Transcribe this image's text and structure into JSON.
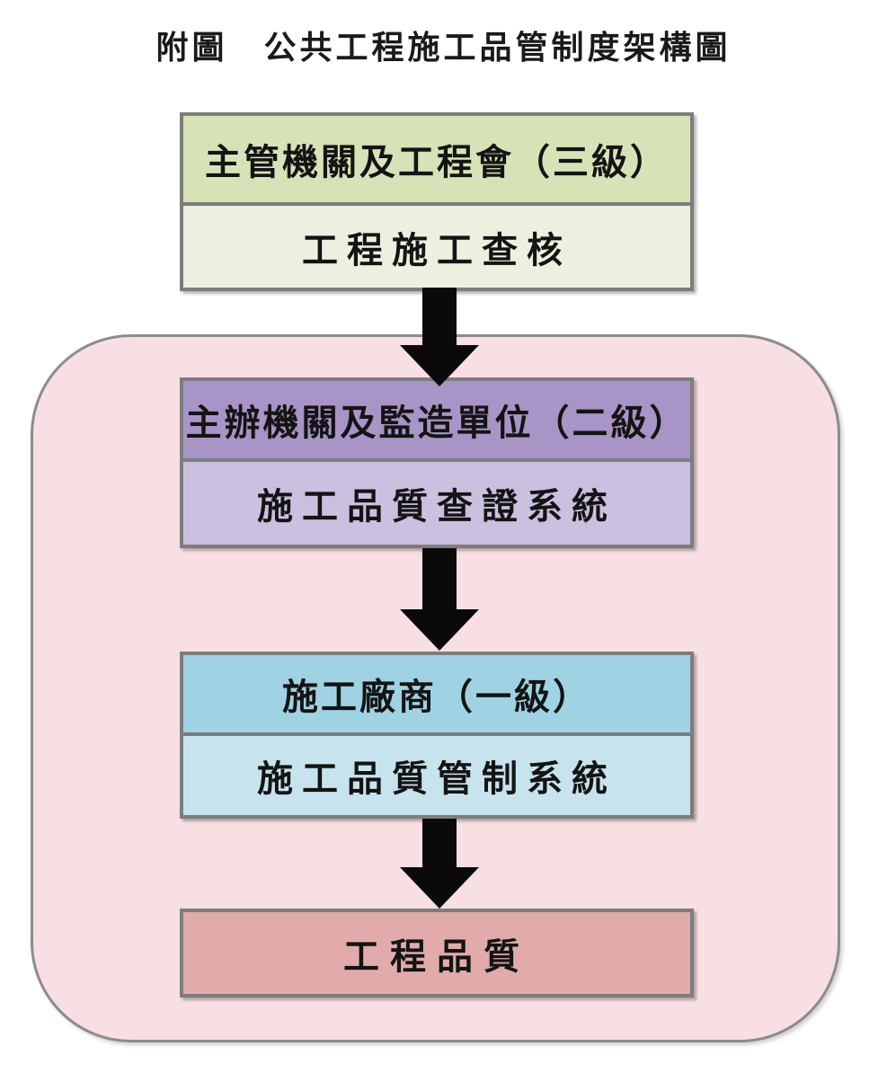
{
  "title": "附圖　公共工程施工品管制度架構圖",
  "levels": [
    {
      "name": "level-3",
      "header": "主管機關及工程會（三級）",
      "body": "工程施工查核",
      "header_bg": "#d6e3b7",
      "body_bg": "#edf0de"
    },
    {
      "name": "level-2",
      "header": "主辦機關及監造單位（二級）",
      "body": "施工品質查證系統",
      "header_bg": "#a894c6",
      "body_bg": "#cbc0df"
    },
    {
      "name": "level-1",
      "header": "施工廠商（一級）",
      "body": "施工品質管制系統",
      "header_bg": "#9fd3e3",
      "body_bg": "#c7e4ee"
    }
  ],
  "result": {
    "label": "工程品質",
    "bg": "#e2abab"
  },
  "styles": {
    "group_bg": "#f8dfe3",
    "group_border": "#8c8c8c",
    "node_border": "#7d7d7d",
    "arrow_color": "#0a0a0a",
    "text_color": "#141414",
    "page_bg": "#ffffff"
  }
}
